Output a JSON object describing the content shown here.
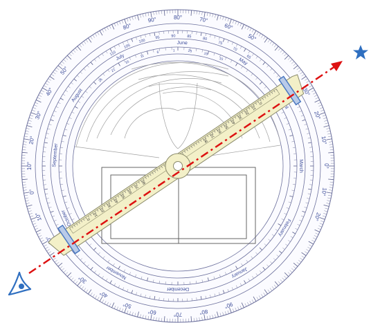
{
  "colors": {
    "ring_stroke": "#6b6f9c",
    "ring_text": "#3d4d9a",
    "tick": "#5a5f8c",
    "alidade_fill": "#f3f0c8",
    "alidade_stroke": "#8a8a6a",
    "sight_vane": "#4a78c0",
    "sight_line": "#dd1111",
    "star": "#2f6fc0",
    "eye": "#2f6fc0",
    "projection_lines": "#999999",
    "quadrant_box": "#555555"
  },
  "icons": {
    "target": "star-icon",
    "observer": "eye-icon"
  },
  "outer_scale": {
    "top_labels": [
      "80°",
      "90°",
      "80°",
      "70°",
      "60°",
      "50°"
    ],
    "left_labels": [
      "50°",
      "40°",
      "30°",
      "20°",
      "10°",
      "0°",
      "10°",
      "20°"
    ],
    "right_labels": [
      "30°",
      "20°",
      "10°",
      "0°",
      "10°",
      "20°"
    ],
    "bottom_labels": [
      "30°",
      "40°",
      "50°",
      "60°",
      "70°",
      "80°",
      "90°"
    ]
  },
  "second_scale": {
    "top_labels": [
      "110",
      "105",
      "100",
      "95",
      "90",
      "85",
      "80",
      "75",
      "70",
      "65"
    ]
  },
  "month_ring": {
    "top_months": [
      "July",
      "June",
      "May"
    ],
    "side_months": [
      "August",
      "September",
      "October",
      "April",
      "March",
      "February"
    ],
    "bottom_months": [
      "November",
      "December",
      "January"
    ],
    "day_numbers": [
      "26",
      "21",
      "16",
      "11",
      "6",
      "1",
      "25",
      "20",
      "15"
    ]
  },
  "alidade": {
    "scale_labels": [
      "0",
      "10",
      "20",
      "30",
      "40",
      "50",
      "60",
      "70",
      "80",
      "80",
      "70",
      "60",
      "50",
      "40",
      "30",
      "20",
      "10",
      "0"
    ]
  }
}
